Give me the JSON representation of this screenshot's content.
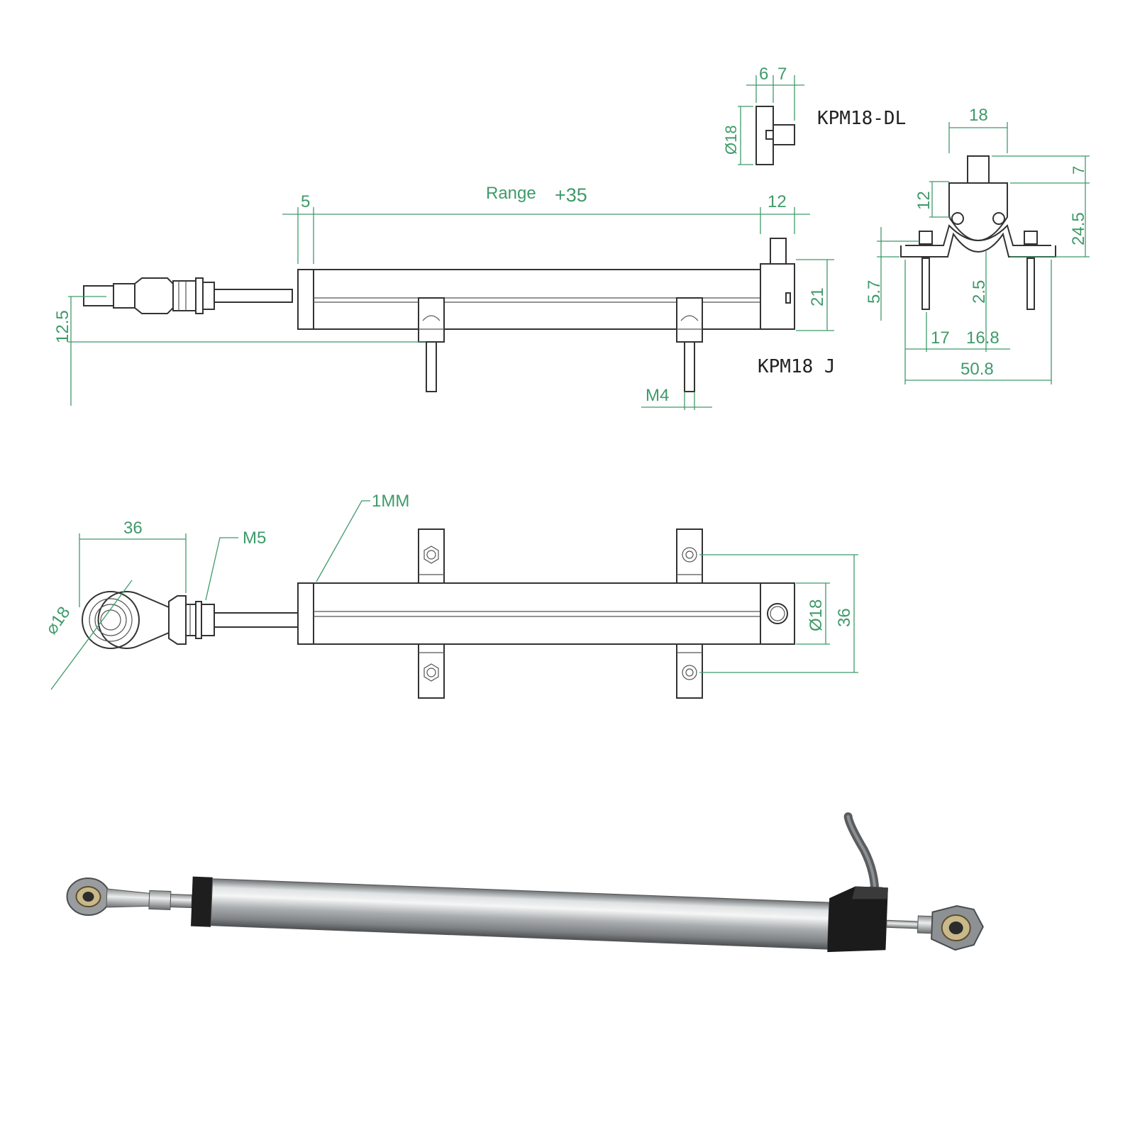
{
  "labels": {
    "model_dl": "KPM18-DL",
    "model_j": "KPM18 J"
  },
  "dims": {
    "range": "Range",
    "plus35": "+35",
    "d5": "5",
    "d12_top": "12",
    "d12_5": "12.5",
    "d21": "21",
    "m4": "M4",
    "d6": "6",
    "d7_top": "7",
    "phi18_dl": "Ø18",
    "d18_end": "18",
    "d7_end": "7",
    "d12_end": "12",
    "d24_5": "24.5",
    "d5_7": "5.7",
    "d2_5": "2.5",
    "d17": "17",
    "d16_8": "16.8",
    "d50_8": "50.8",
    "d36_rod": "36",
    "m5": "M5",
    "d1mm": "1MM",
    "phi18_eye": "⌀18",
    "phi18_top": "Ø18",
    "d36_side": "36"
  },
  "colors": {
    "dimension": "#3f9a6a",
    "outline": "#333333"
  }
}
